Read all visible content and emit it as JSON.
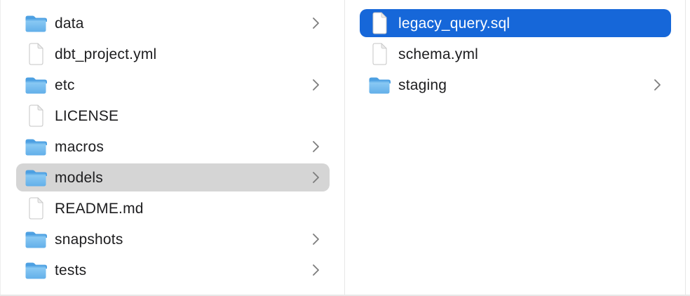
{
  "app": "finder-column-browser",
  "colors": {
    "selection_blue": "#1667d9",
    "selection_gray": "#d5d5d5",
    "text": "#1d1d1f",
    "selected_text": "#ffffff",
    "divider": "#e7e7e7",
    "folder_blue": "#7cc4f1",
    "folder_tab_blue": "#4da0e2",
    "chevron_gray": "#7d7d7d"
  },
  "columns": [
    {
      "name": "project-root-column",
      "items": [
        {
          "label": "data",
          "type": "folder",
          "has_chevron": true,
          "selected": false,
          "selection_style": "none"
        },
        {
          "label": "dbt_project.yml",
          "type": "file",
          "has_chevron": false,
          "selected": false,
          "selection_style": "none"
        },
        {
          "label": "etc",
          "type": "folder",
          "has_chevron": true,
          "selected": false,
          "selection_style": "none"
        },
        {
          "label": "LICENSE",
          "type": "file",
          "has_chevron": false,
          "selected": false,
          "selection_style": "none"
        },
        {
          "label": "macros",
          "type": "folder",
          "has_chevron": true,
          "selected": false,
          "selection_style": "none"
        },
        {
          "label": "models",
          "type": "folder",
          "has_chevron": true,
          "selected": true,
          "selection_style": "inactive"
        },
        {
          "label": "README.md",
          "type": "file",
          "has_chevron": false,
          "selected": false,
          "selection_style": "none"
        },
        {
          "label": "snapshots",
          "type": "folder",
          "has_chevron": true,
          "selected": false,
          "selection_style": "none"
        },
        {
          "label": "tests",
          "type": "folder",
          "has_chevron": true,
          "selected": false,
          "selection_style": "none"
        }
      ]
    },
    {
      "name": "models-contents-column",
      "items": [
        {
          "label": "legacy_query.sql",
          "type": "file",
          "has_chevron": false,
          "selected": true,
          "selection_style": "active"
        },
        {
          "label": "schema.yml",
          "type": "file",
          "has_chevron": false,
          "selected": false,
          "selection_style": "none"
        },
        {
          "label": "staging",
          "type": "folder",
          "has_chevron": true,
          "selected": false,
          "selection_style": "none"
        }
      ]
    }
  ]
}
